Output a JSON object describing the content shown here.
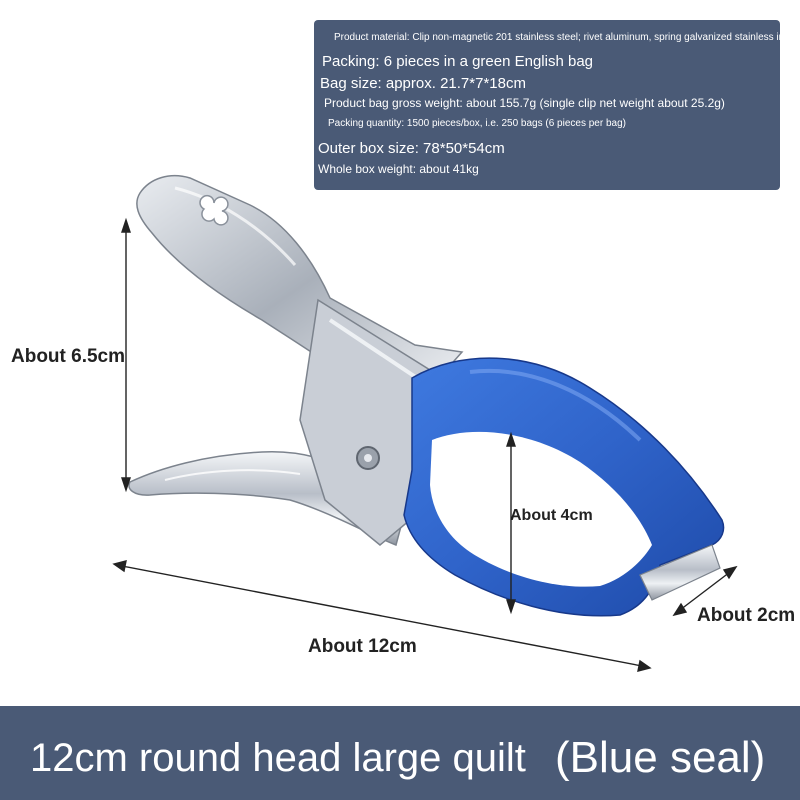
{
  "specs": {
    "material": "Product material: Clip non-magnetic 201 stainless steel; rivet aluminum, spring galvanized stainless iron",
    "packing": "Packing: 6 pieces in a green English bag",
    "bag_size": "Bag size: approx. 21.7*7*18cm",
    "bag_weight": "Product bag gross weight: about 155.7g (single clip net weight about 25.2g)",
    "packing_quantity": "Packing quantity: 1500 pieces/box, i.e. 250 bags (6 pieces per bag)",
    "outer_box": "Outer box size: 78*50*54cm",
    "box_weight": "Whole box weight: about 41kg"
  },
  "dimensions": {
    "height": "About 6.5cm",
    "opening": "About 4cm",
    "length": "About 12cm",
    "width": "About 2cm"
  },
  "footer": {
    "title": "12cm round head large quilt",
    "variant": "(Blue seal)"
  },
  "colors": {
    "panel": "#4a5a76",
    "seal_blue": "#2f63c9",
    "steel": "#c9ced6"
  }
}
